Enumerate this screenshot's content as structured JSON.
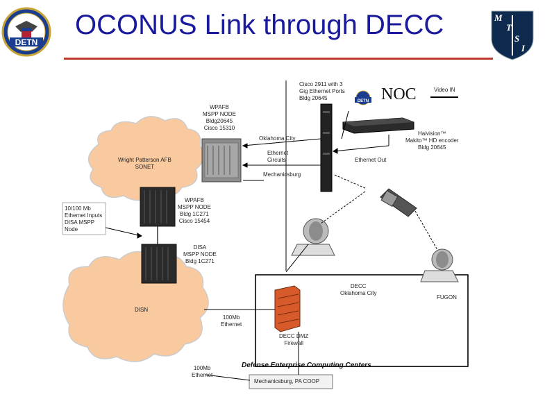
{
  "title": "OCONUS Link through DECC",
  "logo_left": "DETN",
  "logo_right_letters": [
    "M",
    "T",
    "S",
    "I"
  ],
  "noc_badge": "DETN",
  "noc_label": "NOC",
  "labels": {
    "cisco2911": "Cisco 2911 with 3\nGig Ethernet Ports\nBldg 20645",
    "video_in": "Video IN",
    "haivision": "Haivision™\nMakito™ HD encoder\nBldg 20645",
    "ethernet_out": "Ethernet Out",
    "wpafb_mspp1": "WPAFB\nMSPP NODE\nBldg20645\nCisco 15310",
    "oklahoma_city": "Oklahoma City",
    "ethernet_circuits": "Ethernet\nCircuits",
    "mechanicsburg": "Mechanicsburg",
    "wp_sonet": "Wright Patterson AFB\nSONET",
    "wpafb_mspp2": "WPAFB\nMSPP NODE\nBldg 1C271\nCisco 15454",
    "disa_mspp": "DISA\nMSPP NODE\nBldg 1C271",
    "ethernet_inputs": "10/100 Mb\nEthernet Inputs\nDISA MSPP\nNode",
    "disn": "DISN",
    "decc_okc": "DECC\nOklahoma City",
    "ethernet100_1": "100Mb\nEthernet",
    "decc_dmz": "DECC DMZ\nFirewall",
    "fugon": "FUGON",
    "ethernet100_2": "100Mb\nEthernet",
    "mech_coop": "Mechanicsburg, PA COOP",
    "defense_centers": "Defense Enterprise Computing Centers"
  },
  "colors": {
    "title": "#1a1a9c",
    "rule": "#c0392b",
    "cloud_fill": "#f9c9a0",
    "cloud_stroke": "#cccccc",
    "equipment": "#2a2a2a"
  }
}
